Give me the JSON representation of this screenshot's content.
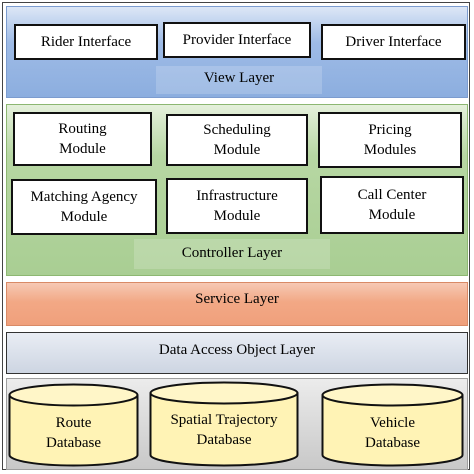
{
  "view_layer": {
    "label": "View Layer",
    "boxes": [
      "Rider Interface",
      "Provider Interface",
      "Driver Interface"
    ]
  },
  "controller_layer": {
    "label": "Controller Layer",
    "modules": [
      "Routing\nModule",
      "Scheduling\nModule",
      "Pricing\nModules",
      "Matching Agency\nModule",
      "Infrastructure\nModule",
      "Call Center\nModule"
    ]
  },
  "service_layer": {
    "label": "Service Layer"
  },
  "dao_layer": {
    "label": "Data Access Object Layer"
  },
  "database_layer": {
    "databases": [
      "Route\nDatabase",
      "Spatial Trajectory\nDatabase",
      "Vehicle\nDatabase"
    ]
  },
  "colors": {
    "view_layer": "#8caedf",
    "controller_layer": "#a9ce93",
    "service_layer": "#f0a07c",
    "dao_layer": "#cdd5e2",
    "database_layer": "#c8c8c8"
  }
}
